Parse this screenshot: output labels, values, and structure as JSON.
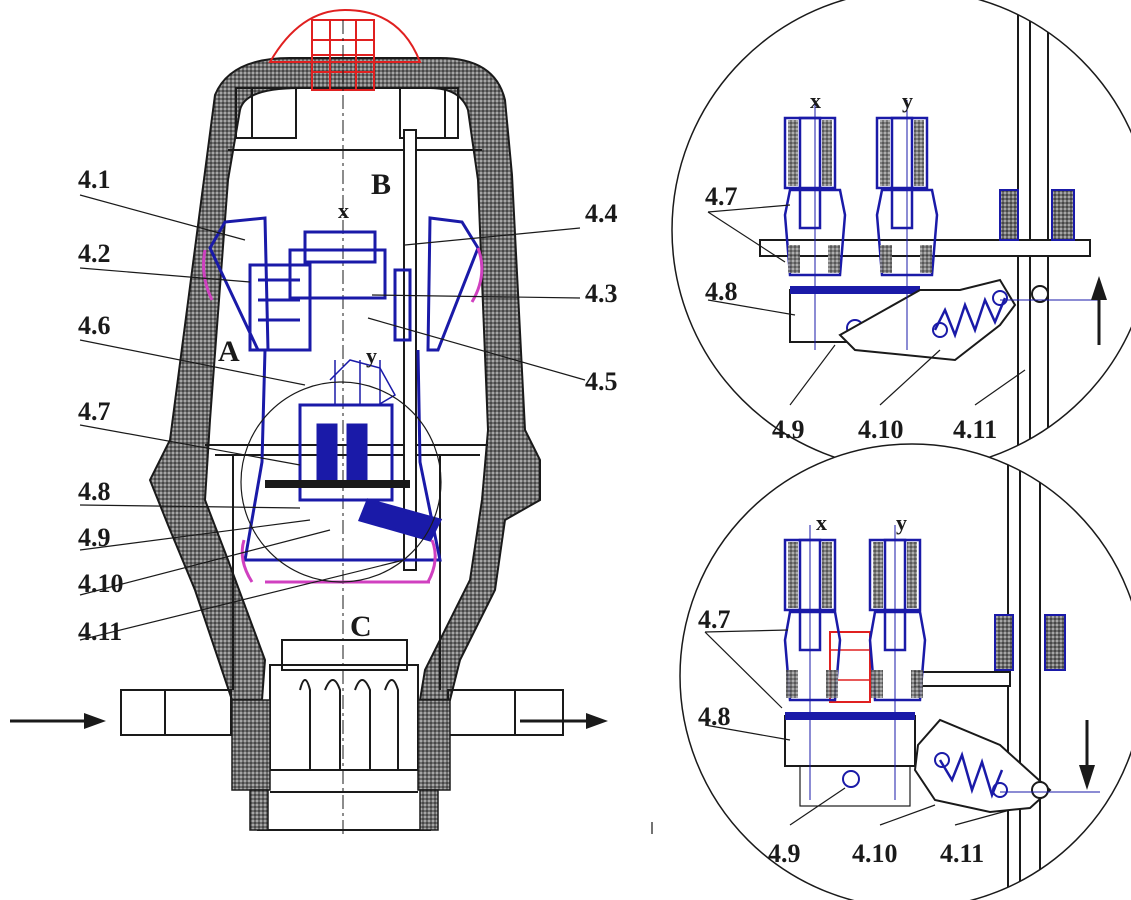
{
  "colors": {
    "outline": "#1a1a1a",
    "housing_fill": "#8c8c8c",
    "mechanism": "#1a1aa8",
    "cap": "#e02020",
    "accent_pink": "#d040c0"
  },
  "main_view": {
    "region_labels": {
      "a": "A",
      "b": "B",
      "c": "C"
    },
    "axis_labels": {
      "x": "x",
      "y": "y"
    },
    "callouts": {
      "c41": "4.1",
      "c42": "4.2",
      "c43": "4.3",
      "c44": "4.4",
      "c45": "4.5",
      "c46": "4.6",
      "c47": "4.7",
      "c48": "4.8",
      "c49": "4.9",
      "c410": "4.10",
      "c411": "4.11"
    },
    "icons": [
      "inlet-arrow-icon",
      "outlet-arrow-icon"
    ]
  },
  "detail_top": {
    "axis_labels": {
      "x": "x",
      "y": "y"
    },
    "callouts": {
      "c47": "4.7",
      "c48": "4.8",
      "c49": "4.9",
      "c410": "4.10",
      "c411": "4.11"
    },
    "motion": "up-arrow-icon"
  },
  "detail_bottom": {
    "axis_labels": {
      "x": "x",
      "y": "y"
    },
    "callouts": {
      "c47": "4.7",
      "c48": "4.8",
      "c49": "4.9",
      "c410": "4.10",
      "c411": "4.11"
    },
    "motion": "down-arrow-icon"
  }
}
